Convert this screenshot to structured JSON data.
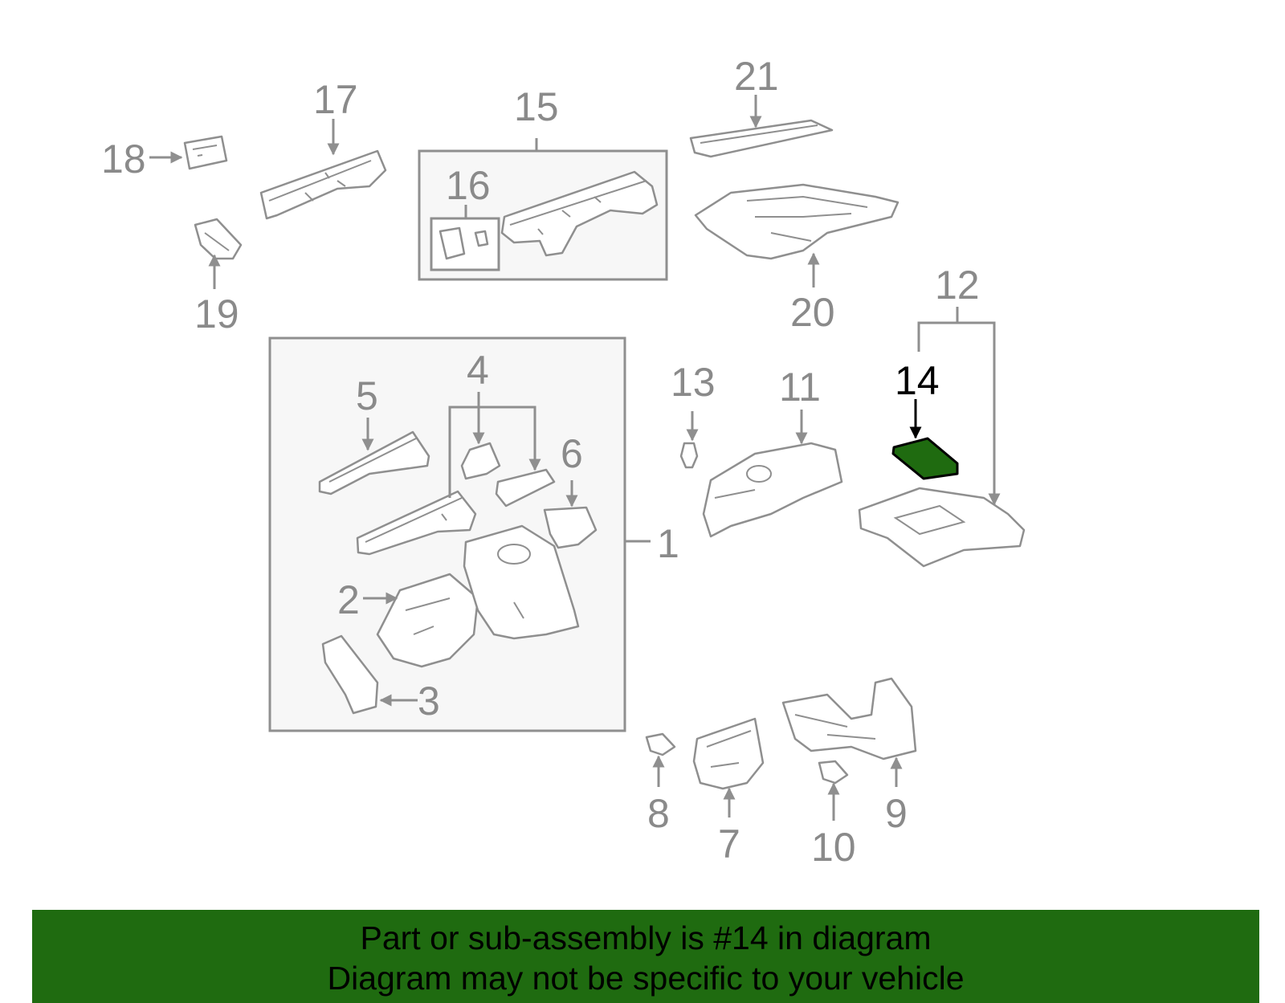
{
  "diagram": {
    "highlight_color": "#1f6b10",
    "highlighted_part": "14",
    "callouts": {
      "c1": "1",
      "c2": "2",
      "c3": "3",
      "c4": "4",
      "c5": "5",
      "c6": "6",
      "c7": "7",
      "c8": "8",
      "c9": "9",
      "c10": "10",
      "c11": "11",
      "c12": "12",
      "c13": "13",
      "c14": "14",
      "c15": "15",
      "c16": "16",
      "c17": "17",
      "c18": "18",
      "c19": "19",
      "c20": "20",
      "c21": "21"
    }
  },
  "banner": {
    "background": "#1f6b10",
    "line1": "Part or sub-assembly is #14 in diagram",
    "line2": "Diagram may not be specific to your vehicle"
  }
}
